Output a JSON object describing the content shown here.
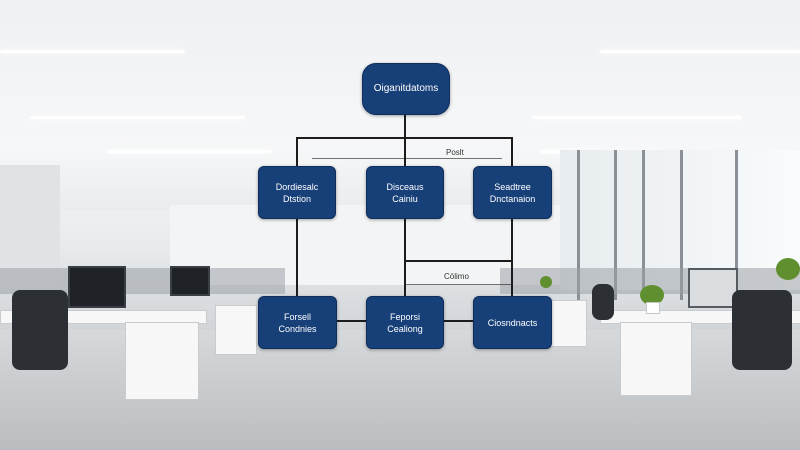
{
  "diagram": {
    "root": {
      "label": "Oiganitdatoms"
    },
    "level2": [
      {
        "line1": "Dordiesalc",
        "line2": "Dtstion"
      },
      {
        "line1": "Disceaus",
        "line2": "Cainiu"
      },
      {
        "line1": "Seadtree",
        "line2": "Dnctanaion"
      }
    ],
    "level3": [
      {
        "line1": "Forsell",
        "line2": "Condnies"
      },
      {
        "line1": "Feporsi",
        "line2": "Cealiong"
      },
      {
        "line1": "Ciosndnacts",
        "line2": ""
      }
    ],
    "connector_labels": {
      "upper": "Poslt",
      "middle": "Cölimo"
    }
  },
  "colors": {
    "node_fill": "#173f78",
    "node_border": "#0e2d5c",
    "node_text": "#ffffff",
    "connector": "#1c1c1c"
  }
}
